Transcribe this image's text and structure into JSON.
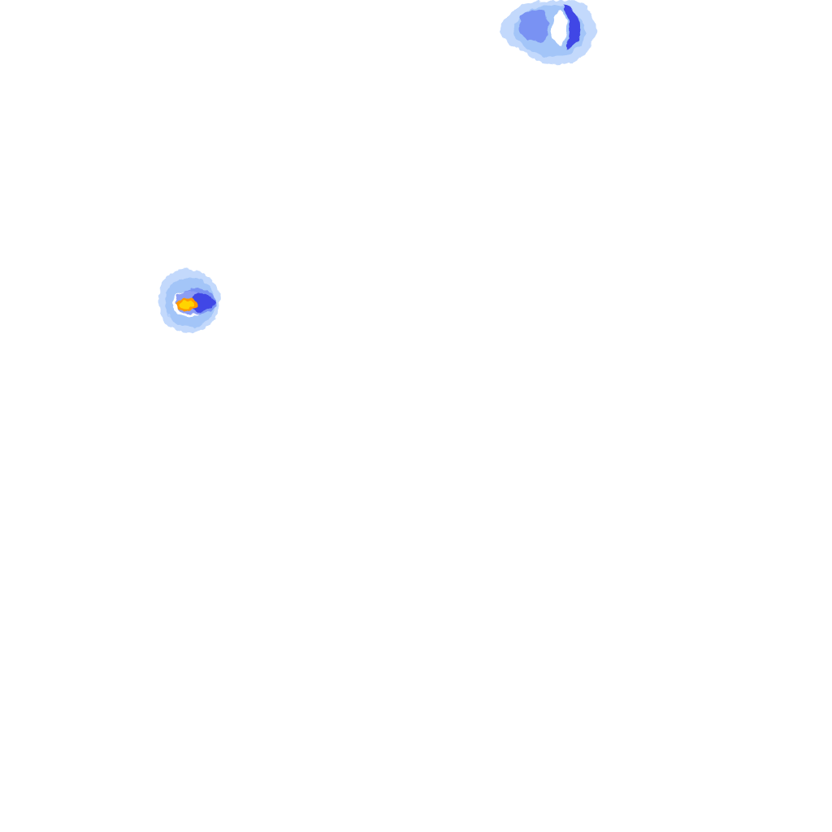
{
  "map": {
    "background_color": "#ffffff",
    "palette": {
      "outer": "#b8d2fb",
      "halo": "#9cc0f7",
      "mid": "#6f86f2",
      "strong": "#3f46e6",
      "inner_gap": "#ffffff",
      "hot_core": "#ff9900",
      "hot_peak": "#ffd400"
    },
    "features": [
      {
        "id": "cell-upper-right",
        "kind": "storm-cell",
        "intensity_levels": [
          "outer",
          "halo",
          "mid",
          "strong"
        ]
      },
      {
        "id": "cell-left",
        "kind": "storm-cell",
        "intensity_levels": [
          "outer",
          "halo",
          "mid",
          "strong",
          "hot_core",
          "hot_peak"
        ]
      }
    ]
  }
}
